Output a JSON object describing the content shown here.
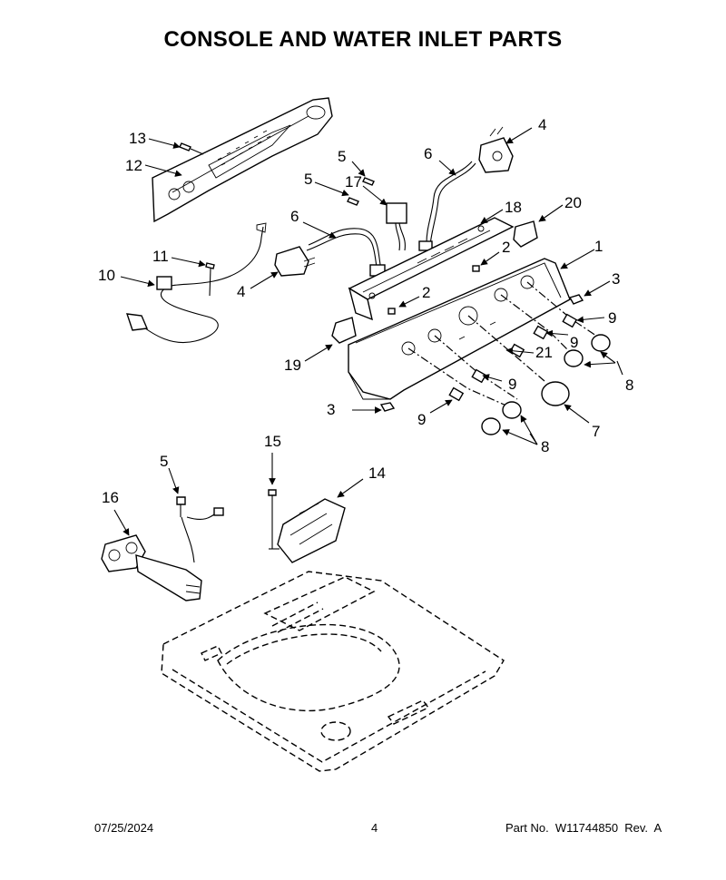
{
  "title": "CONSOLE AND WATER INLET PARTS",
  "footer": {
    "date": "07/25/2024",
    "page": "4",
    "part_number": "Part No.  W11744850  Rev.  A"
  },
  "callouts": {
    "c13": "13",
    "c12": "12",
    "c5a": "5",
    "c5b": "5",
    "c17": "17",
    "c6a": "6",
    "c6b": "6",
    "c4a": "4",
    "c4b": "4",
    "c18": "18",
    "c20": "20",
    "c11": "11",
    "c10": "10",
    "c2a": "2",
    "c2b": "2",
    "c1": "1",
    "c3a": "3",
    "c3b": "3",
    "c9a": "9",
    "c9b": "9",
    "c9c": "9",
    "c9d": "9",
    "c21": "21",
    "c8a": "8",
    "c8b": "8",
    "c7": "7",
    "c19": "19",
    "c15": "15",
    "c14": "14",
    "c5c": "5",
    "c16": "16"
  }
}
